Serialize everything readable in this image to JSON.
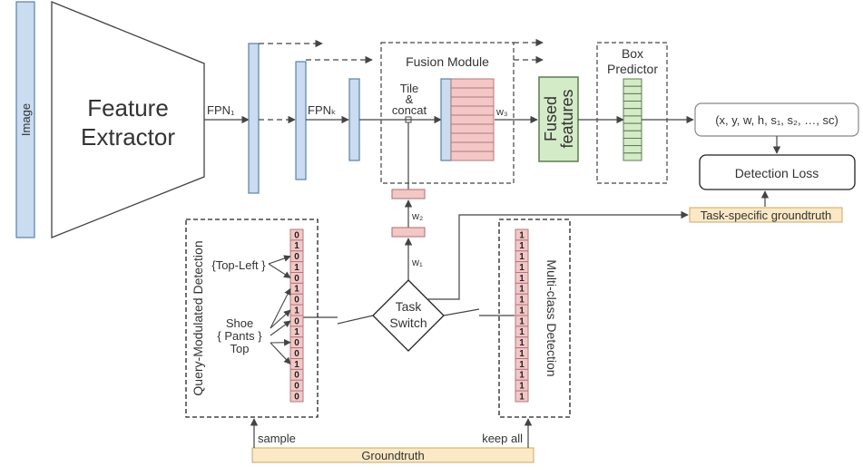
{
  "image_label": "Image",
  "feature_extractor": {
    "line1": "Feature",
    "line2": "Extractor"
  },
  "fpn": {
    "first": "FPN₁",
    "kth": "FPNₖ"
  },
  "fusion_module": {
    "title": "Fusion Module",
    "tile_line1": "Tile",
    "tile_line2": "&",
    "tile_line3": "concat",
    "w3": "w₃"
  },
  "fused_features": {
    "line1": "Fused",
    "line2": "features"
  },
  "box_predictor": {
    "line1": "Box",
    "line2": "Predictor"
  },
  "output": "(x, y, w, h, s₁, s₂, …, sᴄ)",
  "detection_loss": "Detection Loss",
  "task_specific_groundtruth": "Task-specific groundtruth",
  "weights": {
    "w1": "w₁",
    "w2": "w₂"
  },
  "task_switch": {
    "line1": "Task",
    "line2": "Switch"
  },
  "query_modulated": {
    "title": "Query-Modulated Detection",
    "top_left": "{Top-Left }",
    "shoe": "Shoe",
    "pants": "{ Pants }",
    "top": "Top",
    "bits": [
      "0",
      "1",
      "0",
      "1",
      "0",
      "1",
      "0",
      "1",
      "0",
      "1",
      "0",
      "0",
      "1",
      "0",
      "0",
      "0"
    ]
  },
  "multi_class": {
    "title": "Multi-class Detection",
    "bits": [
      "1",
      "1",
      "1",
      "1",
      "1",
      "1",
      "1",
      "1",
      "1",
      "1",
      "1",
      "1",
      "1",
      "1",
      "1",
      "1"
    ]
  },
  "groundtruth": {
    "label": "Groundtruth",
    "sample": "sample",
    "keep_all": "keep all"
  },
  "colors": {
    "blue_fill": "#c9dcf0",
    "blue_stroke": "#5a7fa8",
    "pink_fill": "#f4c7c7",
    "pink_stroke": "#b07878",
    "green_fill": "#d4ebc8",
    "green_stroke": "#5c7d4e",
    "beige_fill": "#fbe8c4",
    "beige_stroke": "#c9a96a",
    "line": "#444444"
  }
}
